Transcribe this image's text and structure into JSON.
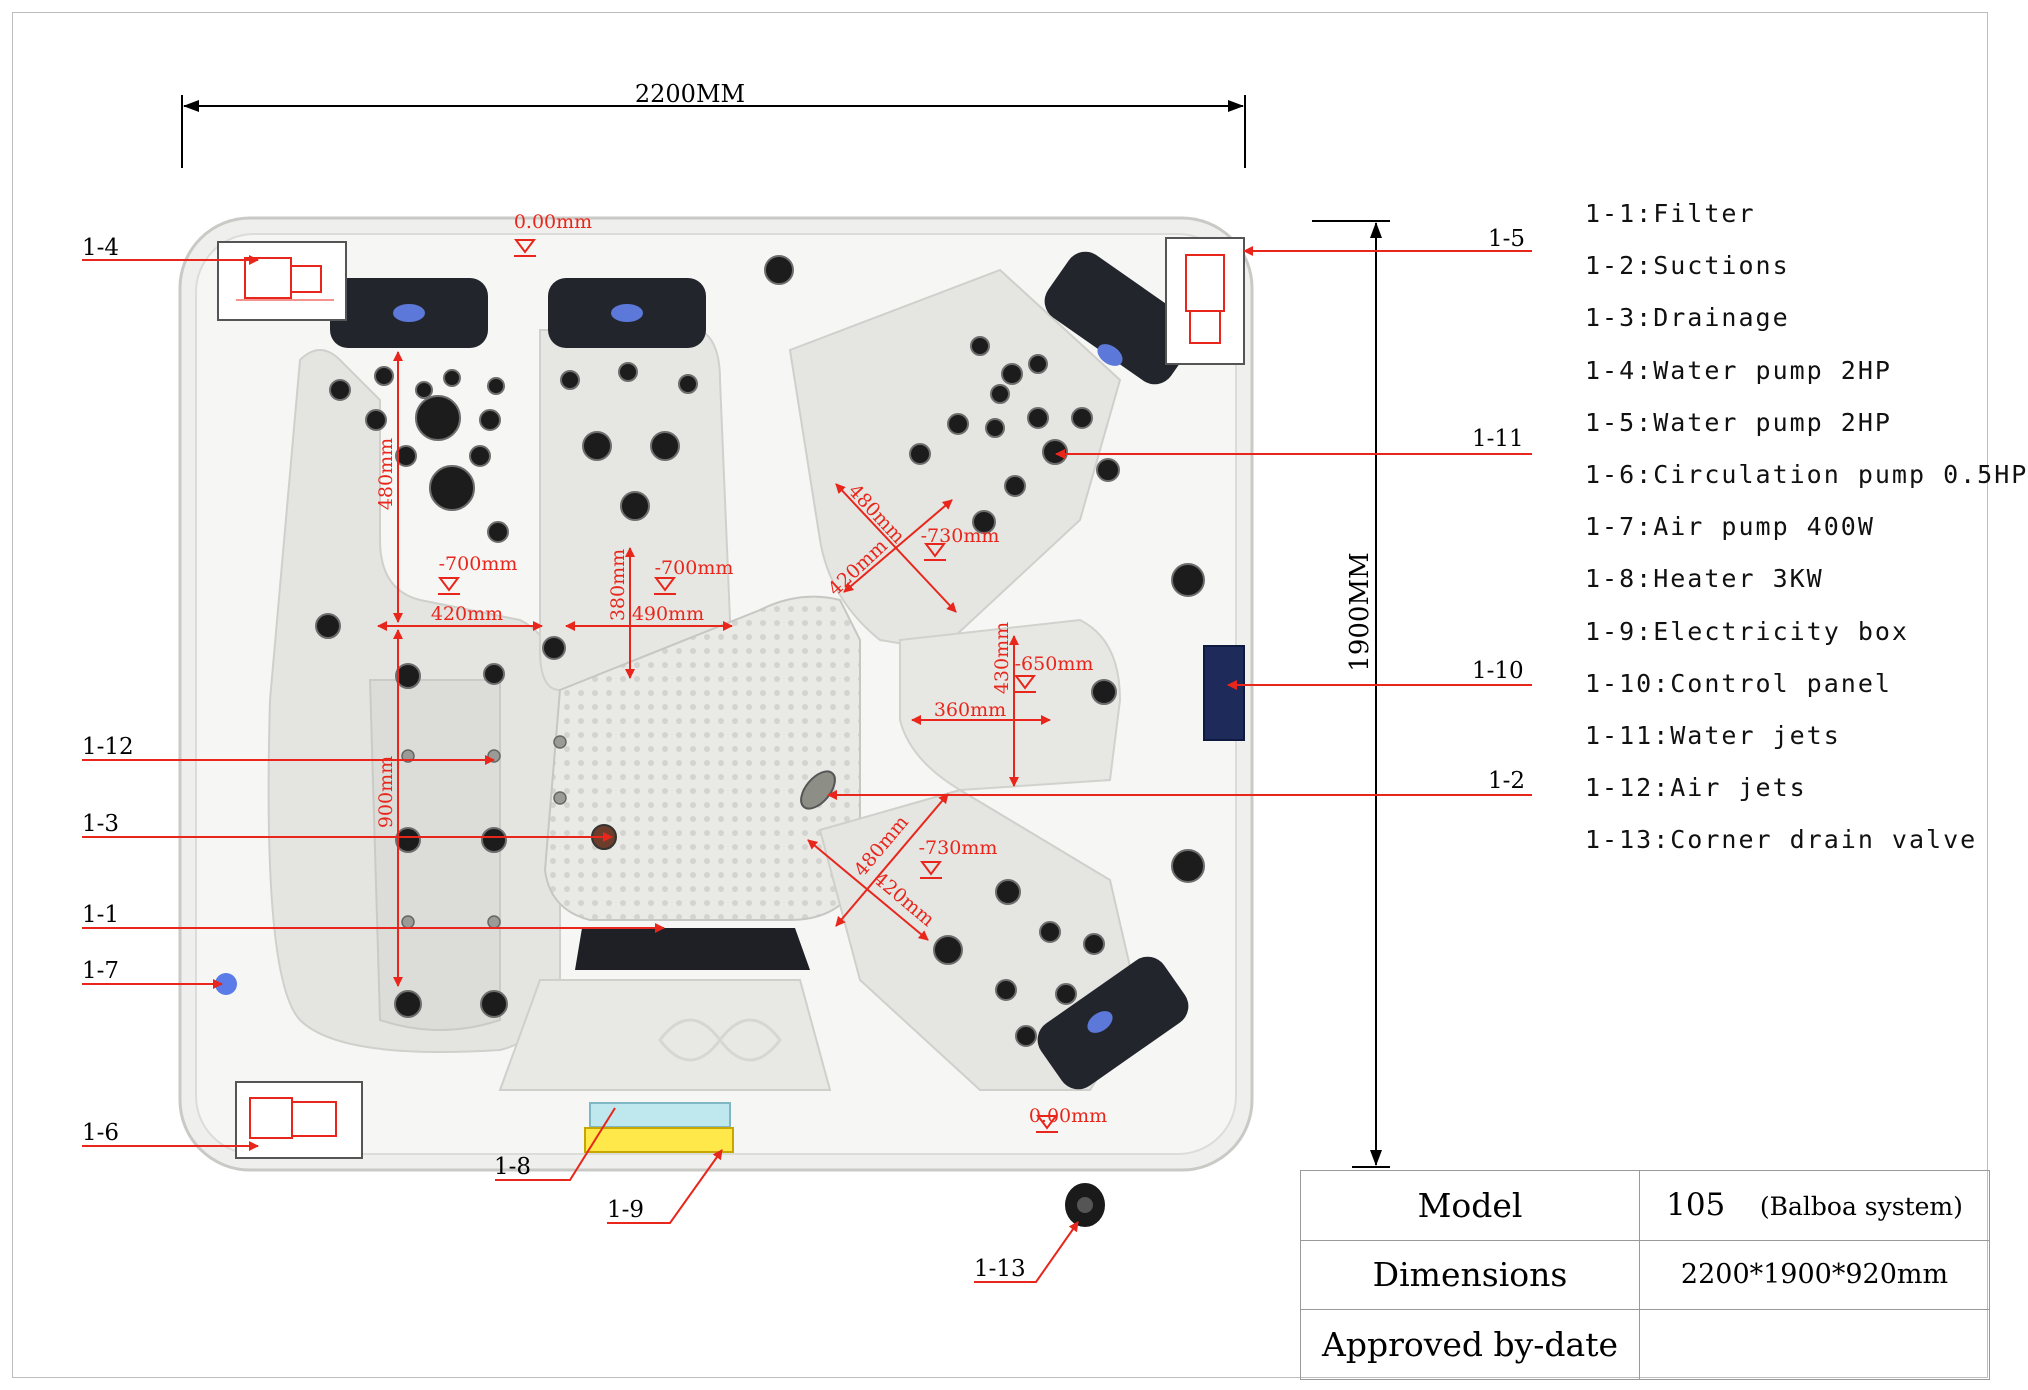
{
  "dimensions": {
    "width_label": "2200MM",
    "height_label": "1900MM",
    "depths": {
      "top": "0.00mm",
      "bottom": "0.00mm",
      "left_seat": "-700mm",
      "center_seat": "-700mm",
      "upper_right": "-730mm",
      "right": "-650mm",
      "lower_right": "-730mm"
    },
    "measurements": {
      "left_vertical_top": "480mm",
      "left_horizontal": "420mm",
      "left_vertical_bottom": "900mm",
      "center_vertical": "380mm",
      "center_horizontal": "490mm",
      "upper_diag_long": "480mm",
      "upper_diag_short": "420mm",
      "right_vertical": "430mm",
      "right_horizontal": "360mm",
      "lower_diag_long": "480mm",
      "lower_diag_short": "420mm"
    }
  },
  "callouts": {
    "c1_1": "1-1",
    "c1_2": "1-2",
    "c1_3": "1-3",
    "c1_4": "1-4",
    "c1_5": "1-5",
    "c1_6": "1-6",
    "c1_7": "1-7",
    "c1_8": "1-8",
    "c1_9": "1-9",
    "c1_10": "1-10",
    "c1_11": "1-11",
    "c1_12": "1-12",
    "c1_13": "1-13"
  },
  "legend": [
    "1-1:Filter",
    "1-2:Suctions",
    "1-3:Drainage",
    "1-4:Water pump 2HP",
    "1-5:Water pump 2HP",
    "1-6:Circulation pump 0.5HP",
    "1-7:Air pump 400W",
    "1-8:Heater 3KW",
    "1-9:Electricity box",
    "1-10:Control panel",
    "1-11:Water jets",
    "1-12:Air jets",
    "1-13:Corner drain valve"
  ],
  "spec": {
    "model_label": "Model",
    "model_value": "105",
    "model_system": "(Balboa system)",
    "dimensions_label": "Dimensions",
    "dimensions_value": "2200*1900*920mm",
    "approved_label": "Approved by-date",
    "approved_value": ""
  },
  "colors": {
    "annotation": "#e8261c",
    "shell": "#f1f1ef",
    "pillow": "#23252c",
    "jet": "#1c1c1c",
    "heater": "#bfe7ee",
    "electric_box": "#ffe94a",
    "air_pump": "#5b7be8"
  }
}
